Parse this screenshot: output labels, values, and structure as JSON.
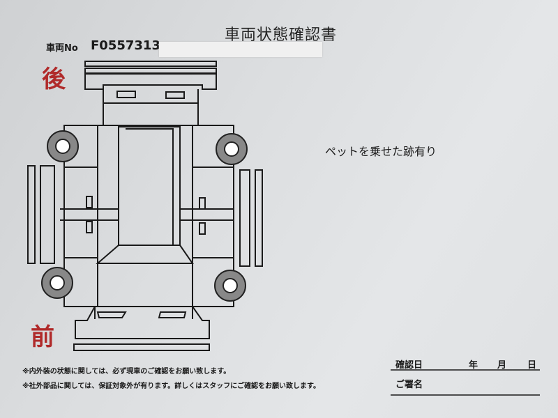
{
  "title": "車両状態確認書",
  "vehicle": {
    "label": "車両No",
    "number": "F0557313"
  },
  "diagram": {
    "rear_label": "後",
    "front_label": "前"
  },
  "note": "ペットを乗せた跡有り",
  "footnotes": [
    "※内外装の状態に関しては、必ず現車のご確認をお願い致します。",
    "※社外部品に関しては、保証対象外が有ります。詳しくはスタッフにご確認をお願い致します。"
  ],
  "signature": {
    "confirm_date_label": "確認日",
    "year": "年",
    "month": "月",
    "day": "日",
    "name_label": "ご署名"
  },
  "colors": {
    "accent_red": "#b02a2a"
  }
}
